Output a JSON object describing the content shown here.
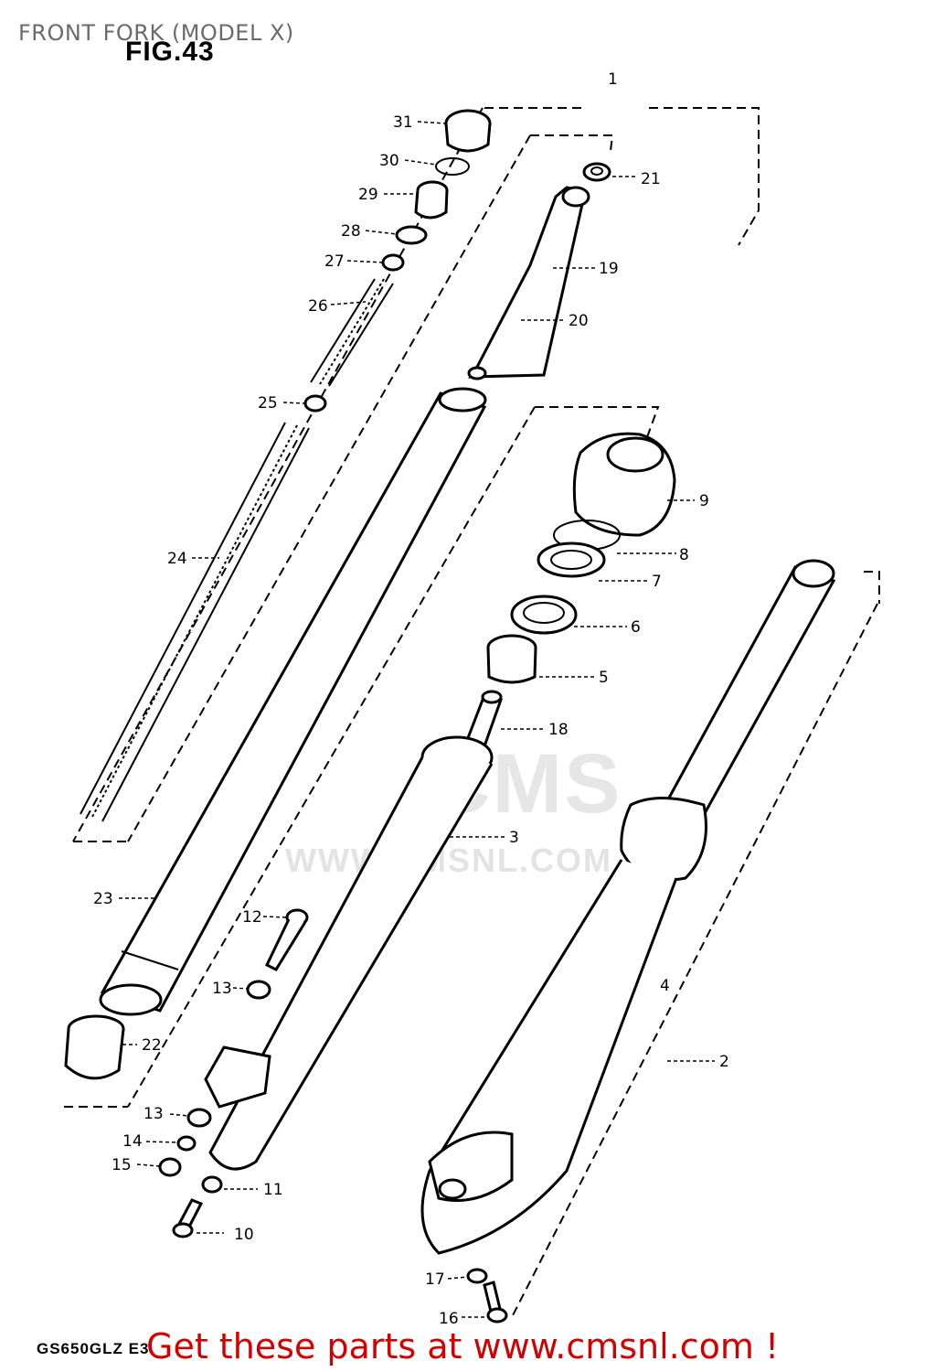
{
  "header": {
    "title": "FRONT FORK (MODEL X)",
    "figure": "FIG.43"
  },
  "footer": {
    "model_code": "GS650GLZ E3",
    "cta": "Get these parts at www.cmsnl.com !"
  },
  "watermark": {
    "brand": "CMS",
    "url": "WWW.CMSNL.COM"
  },
  "callouts": [
    {
      "id": "1",
      "label": "1"
    },
    {
      "id": "2",
      "label": "2"
    },
    {
      "id": "3",
      "label": "3"
    },
    {
      "id": "4",
      "label": "4"
    },
    {
      "id": "5",
      "label": "5"
    },
    {
      "id": "6",
      "label": "6"
    },
    {
      "id": "7",
      "label": "7"
    },
    {
      "id": "8",
      "label": "8"
    },
    {
      "id": "9",
      "label": "9"
    },
    {
      "id": "10",
      "label": "10"
    },
    {
      "id": "11",
      "label": "11"
    },
    {
      "id": "12",
      "label": "12"
    },
    {
      "id": "13a",
      "label": "13"
    },
    {
      "id": "13b",
      "label": "13"
    },
    {
      "id": "14",
      "label": "14"
    },
    {
      "id": "15",
      "label": "15"
    },
    {
      "id": "16",
      "label": "16"
    },
    {
      "id": "17",
      "label": "17"
    },
    {
      "id": "18",
      "label": "18"
    },
    {
      "id": "19",
      "label": "19"
    },
    {
      "id": "20",
      "label": "20"
    },
    {
      "id": "21",
      "label": "21"
    },
    {
      "id": "22",
      "label": "22"
    },
    {
      "id": "23",
      "label": "23"
    },
    {
      "id": "24",
      "label": "24"
    },
    {
      "id": "25",
      "label": "25"
    },
    {
      "id": "26",
      "label": "26"
    },
    {
      "id": "27",
      "label": "27"
    },
    {
      "id": "28",
      "label": "28"
    },
    {
      "id": "29",
      "label": "29"
    },
    {
      "id": "30",
      "label": "30"
    },
    {
      "id": "31",
      "label": "31"
    }
  ]
}
